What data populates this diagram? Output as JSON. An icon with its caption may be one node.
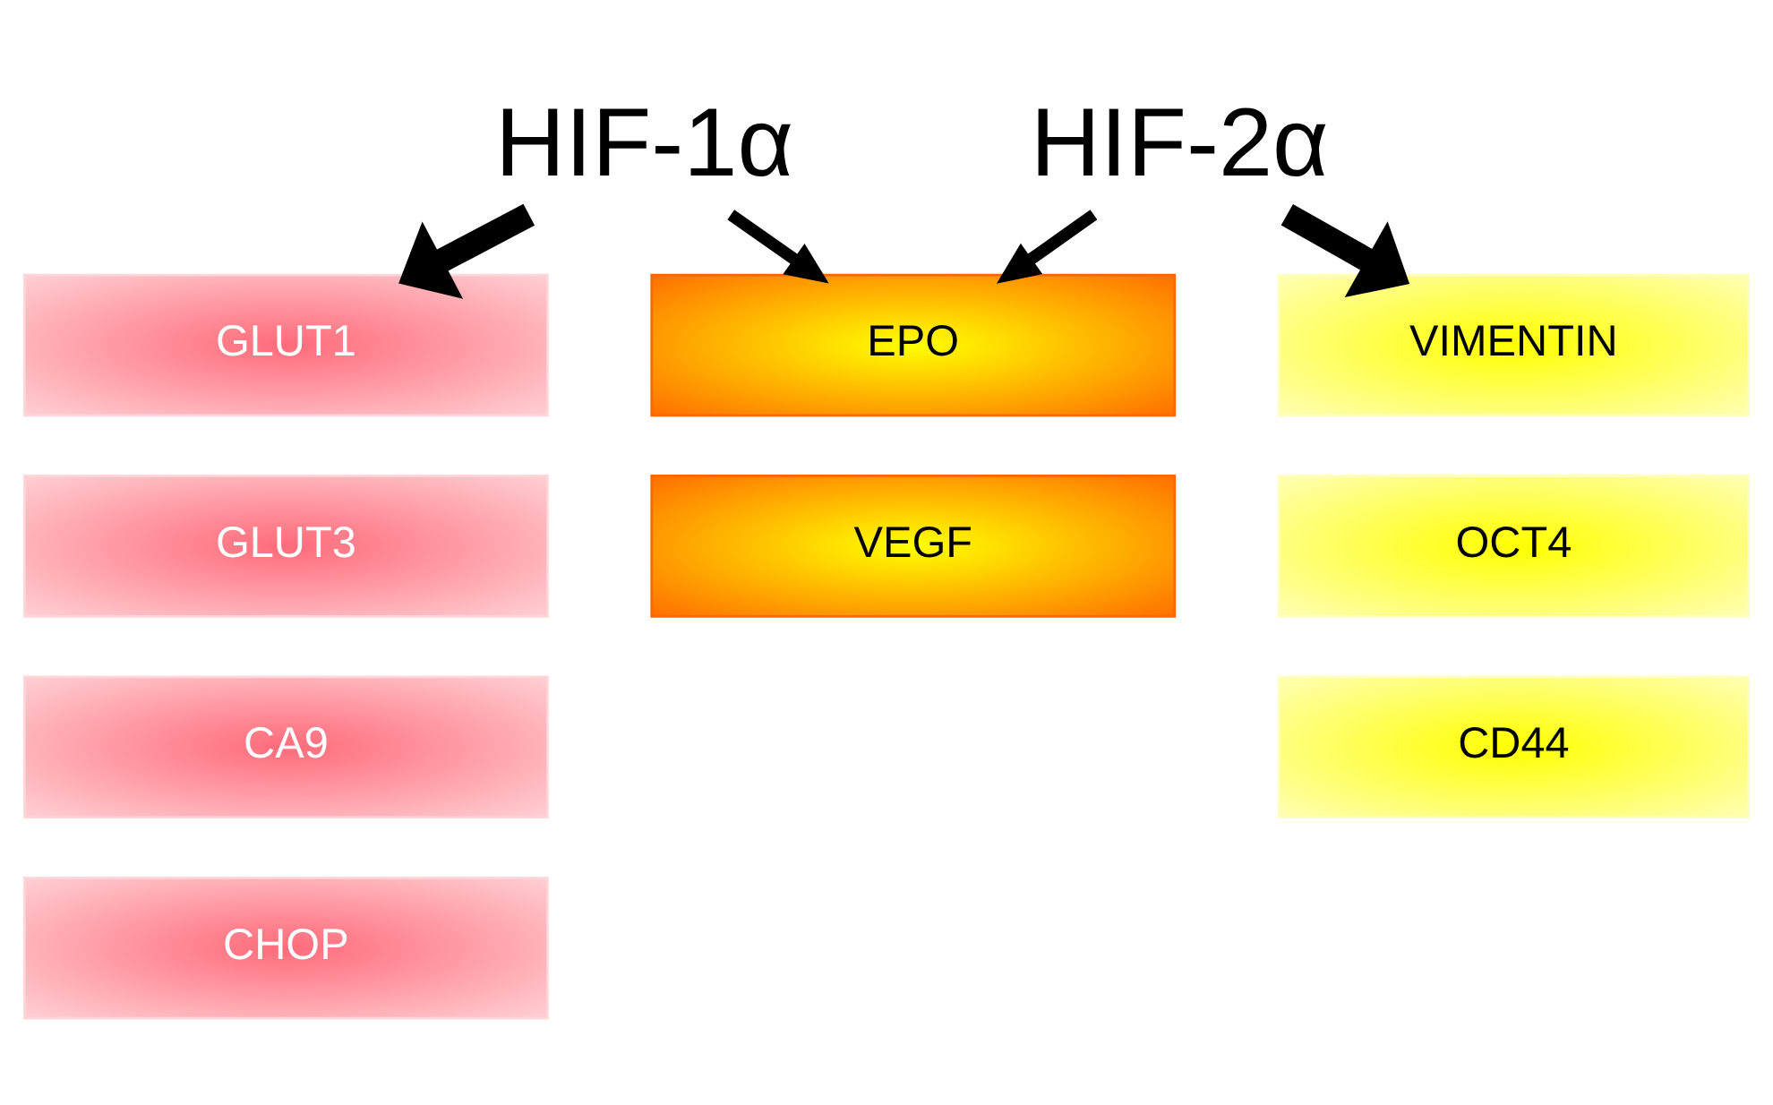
{
  "diagram": {
    "nodes": [
      {
        "text": [
          "HIF-1α"
        ]
      },
      {
        "text": [
          "HIF-2α"
        ]
      },
      {
        "text": [
          "GLUT1"
        ]
      },
      {
        "text": [
          "GLUT3"
        ]
      },
      {
        "text": [
          "CA9"
        ]
      },
      {
        "text": [
          "CHOP"
        ]
      },
      {
        "text": [
          "EPO"
        ]
      },
      {
        "text": [
          "VEGF"
        ]
      },
      {
        "text": [
          "VIMENTIN"
        ]
      },
      {
        "text": [
          "OCT4"
        ]
      },
      {
        "text": [
          "CD44"
        ]
      }
    ],
    "edges": [
      {
        "from": 0,
        "to": 2,
        "arrow": "to",
        "style": "thick"
      },
      {
        "from": 0,
        "to": 6,
        "arrow": "to"
      },
      {
        "from": 1,
        "to": 6,
        "arrow": "to"
      },
      {
        "from": 1,
        "to": 8,
        "arrow": "to",
        "style": "thick"
      }
    ]
  }
}
